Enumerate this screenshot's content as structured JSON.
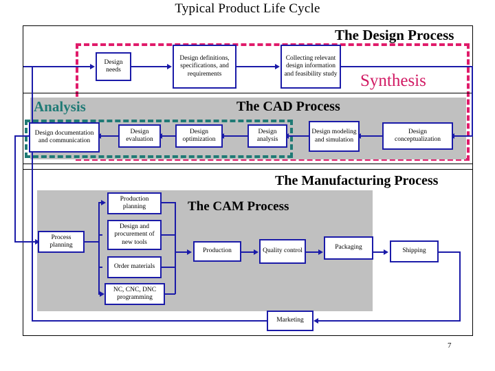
{
  "slide": {
    "title": "Typical Product Life Cycle",
    "page_number": "7",
    "colors": {
      "node_border": "#1a1aa8",
      "panel_grey": "#c0c0c0",
      "synthesis_pink": "#d11a63",
      "analysis_teal": "#1f7a75",
      "frame_black": "#000000"
    }
  },
  "sections": {
    "design_process": {
      "heading": "The Design Process",
      "synthesis_label": "Synthesis",
      "analysis_label": "Analysis"
    },
    "cad_process": {
      "heading": "The CAD Process"
    },
    "manufacturing_process": {
      "heading": "The Manufacturing Process"
    },
    "cam_process": {
      "heading": "The CAM Process"
    }
  },
  "nodes": {
    "design_needs": "Design needs",
    "design_definitions": "Design definitions, specifications, and requirements",
    "collecting_info": "Collecting relevant design information and feasibility study",
    "design_conceptualization": "Design conceptualization",
    "design_modeling": "Design modeling and simulation",
    "design_analysis": "Design analysis",
    "design_optimization": "Design optimization",
    "design_evaluation": "Design evaluation",
    "design_documentation": "Design documentation and communication",
    "process_planning": "Process planning",
    "production_planning": "Production planning",
    "design_procurement": "Design and procurement of new tools",
    "order_materials": "Order materials",
    "nc_programming": "NC, CNC, DNC programming",
    "production": "Production",
    "quality_control": "Quality control",
    "packaging": "Packaging",
    "shipping": "Shipping",
    "marketing": "Marketing"
  }
}
